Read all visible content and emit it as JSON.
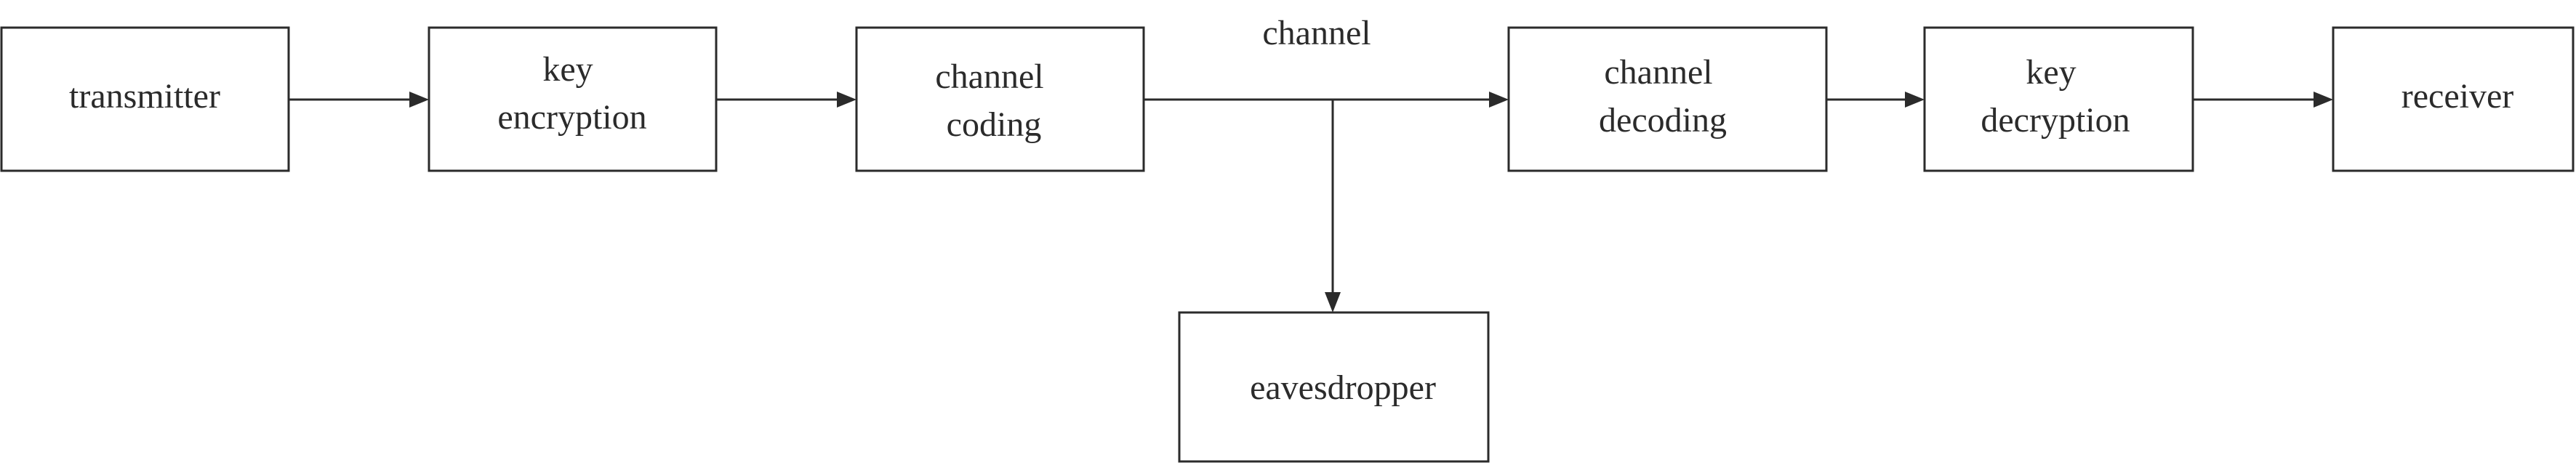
{
  "diagram": {
    "nodes": {
      "transmitter": {
        "lines": [
          "transmitter"
        ]
      },
      "key_encryption": {
        "lines": [
          "key",
          "encryption"
        ]
      },
      "channel_coding": {
        "lines": [
          "channel",
          "coding"
        ]
      },
      "channel_decoding": {
        "lines": [
          "channel",
          "decoding"
        ]
      },
      "key_decryption": {
        "lines": [
          "key",
          "decryption"
        ]
      },
      "receiver": {
        "lines": [
          "receiver"
        ]
      },
      "eavesdropper": {
        "lines": [
          "eavesdropper"
        ]
      }
    },
    "channel_label": "channel",
    "colors": {
      "stroke": "#2b2b2b",
      "background": "#ffffff"
    }
  }
}
